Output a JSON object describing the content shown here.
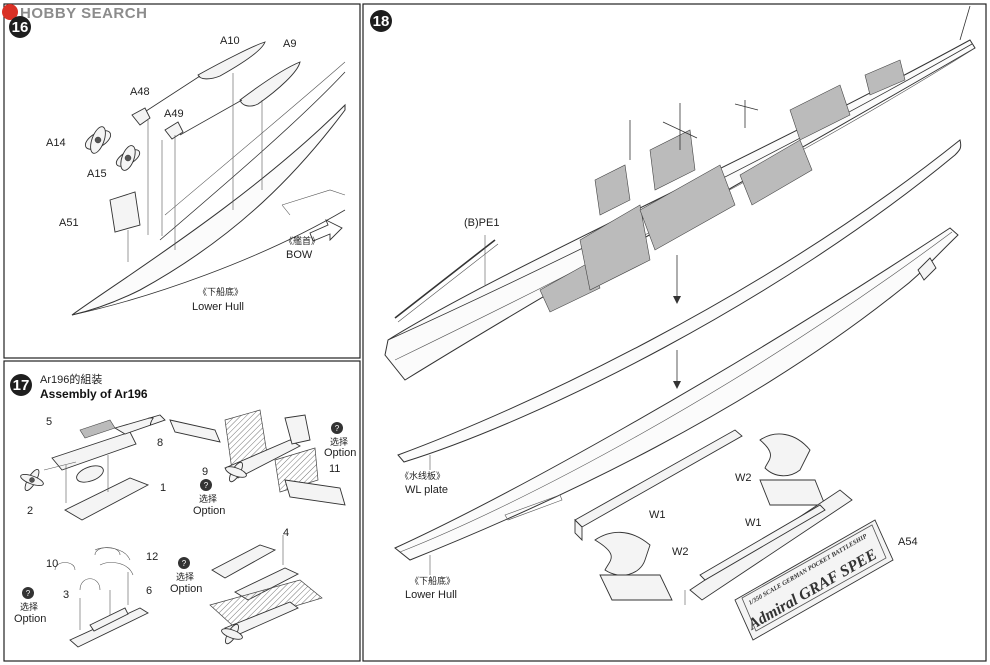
{
  "watermark": {
    "text": "HOBBY SEARCH"
  },
  "step16": {
    "number": "16",
    "parts": {
      "a10": "A10",
      "a9": "A9",
      "a48": "A48",
      "a49": "A49",
      "a14": "A14",
      "a15": "A15",
      "a51": "A51"
    },
    "bow_cn": "《艦首》",
    "bow_en": "BOW",
    "hull_cn": "《下船底》",
    "hull_en": "Lower Hull"
  },
  "step17": {
    "number": "17",
    "title_cn": "Ar196的組装",
    "title_en": "Assembly of Ar196",
    "parts": {
      "p1": "1",
      "p2": "2",
      "p3": "3",
      "p4": "4",
      "p5": "5",
      "p6": "6",
      "p7": "7",
      "p8": "8",
      "p9": "9",
      "p10": "10",
      "p11": "11",
      "p12": "12"
    },
    "option_cn": "选择",
    "option_en": "Option"
  },
  "step18": {
    "number": "18",
    "pe": "(B)PE1",
    "wl_cn": "《水线板》",
    "wl_en": "WL plate",
    "hull_cn": "《下船底》",
    "hull_en": "Lower Hull",
    "parts": {
      "w1": "W1",
      "w2": "W2",
      "a54": "A54"
    },
    "plate_small": "1/350 SCALE GERMAN POCKET BATTLESHIP",
    "plate_name": "Admiral GRAF SPEE"
  },
  "colors": {
    "step_badge": "#1e1e1e",
    "watermark_logo": "#d93025"
  }
}
